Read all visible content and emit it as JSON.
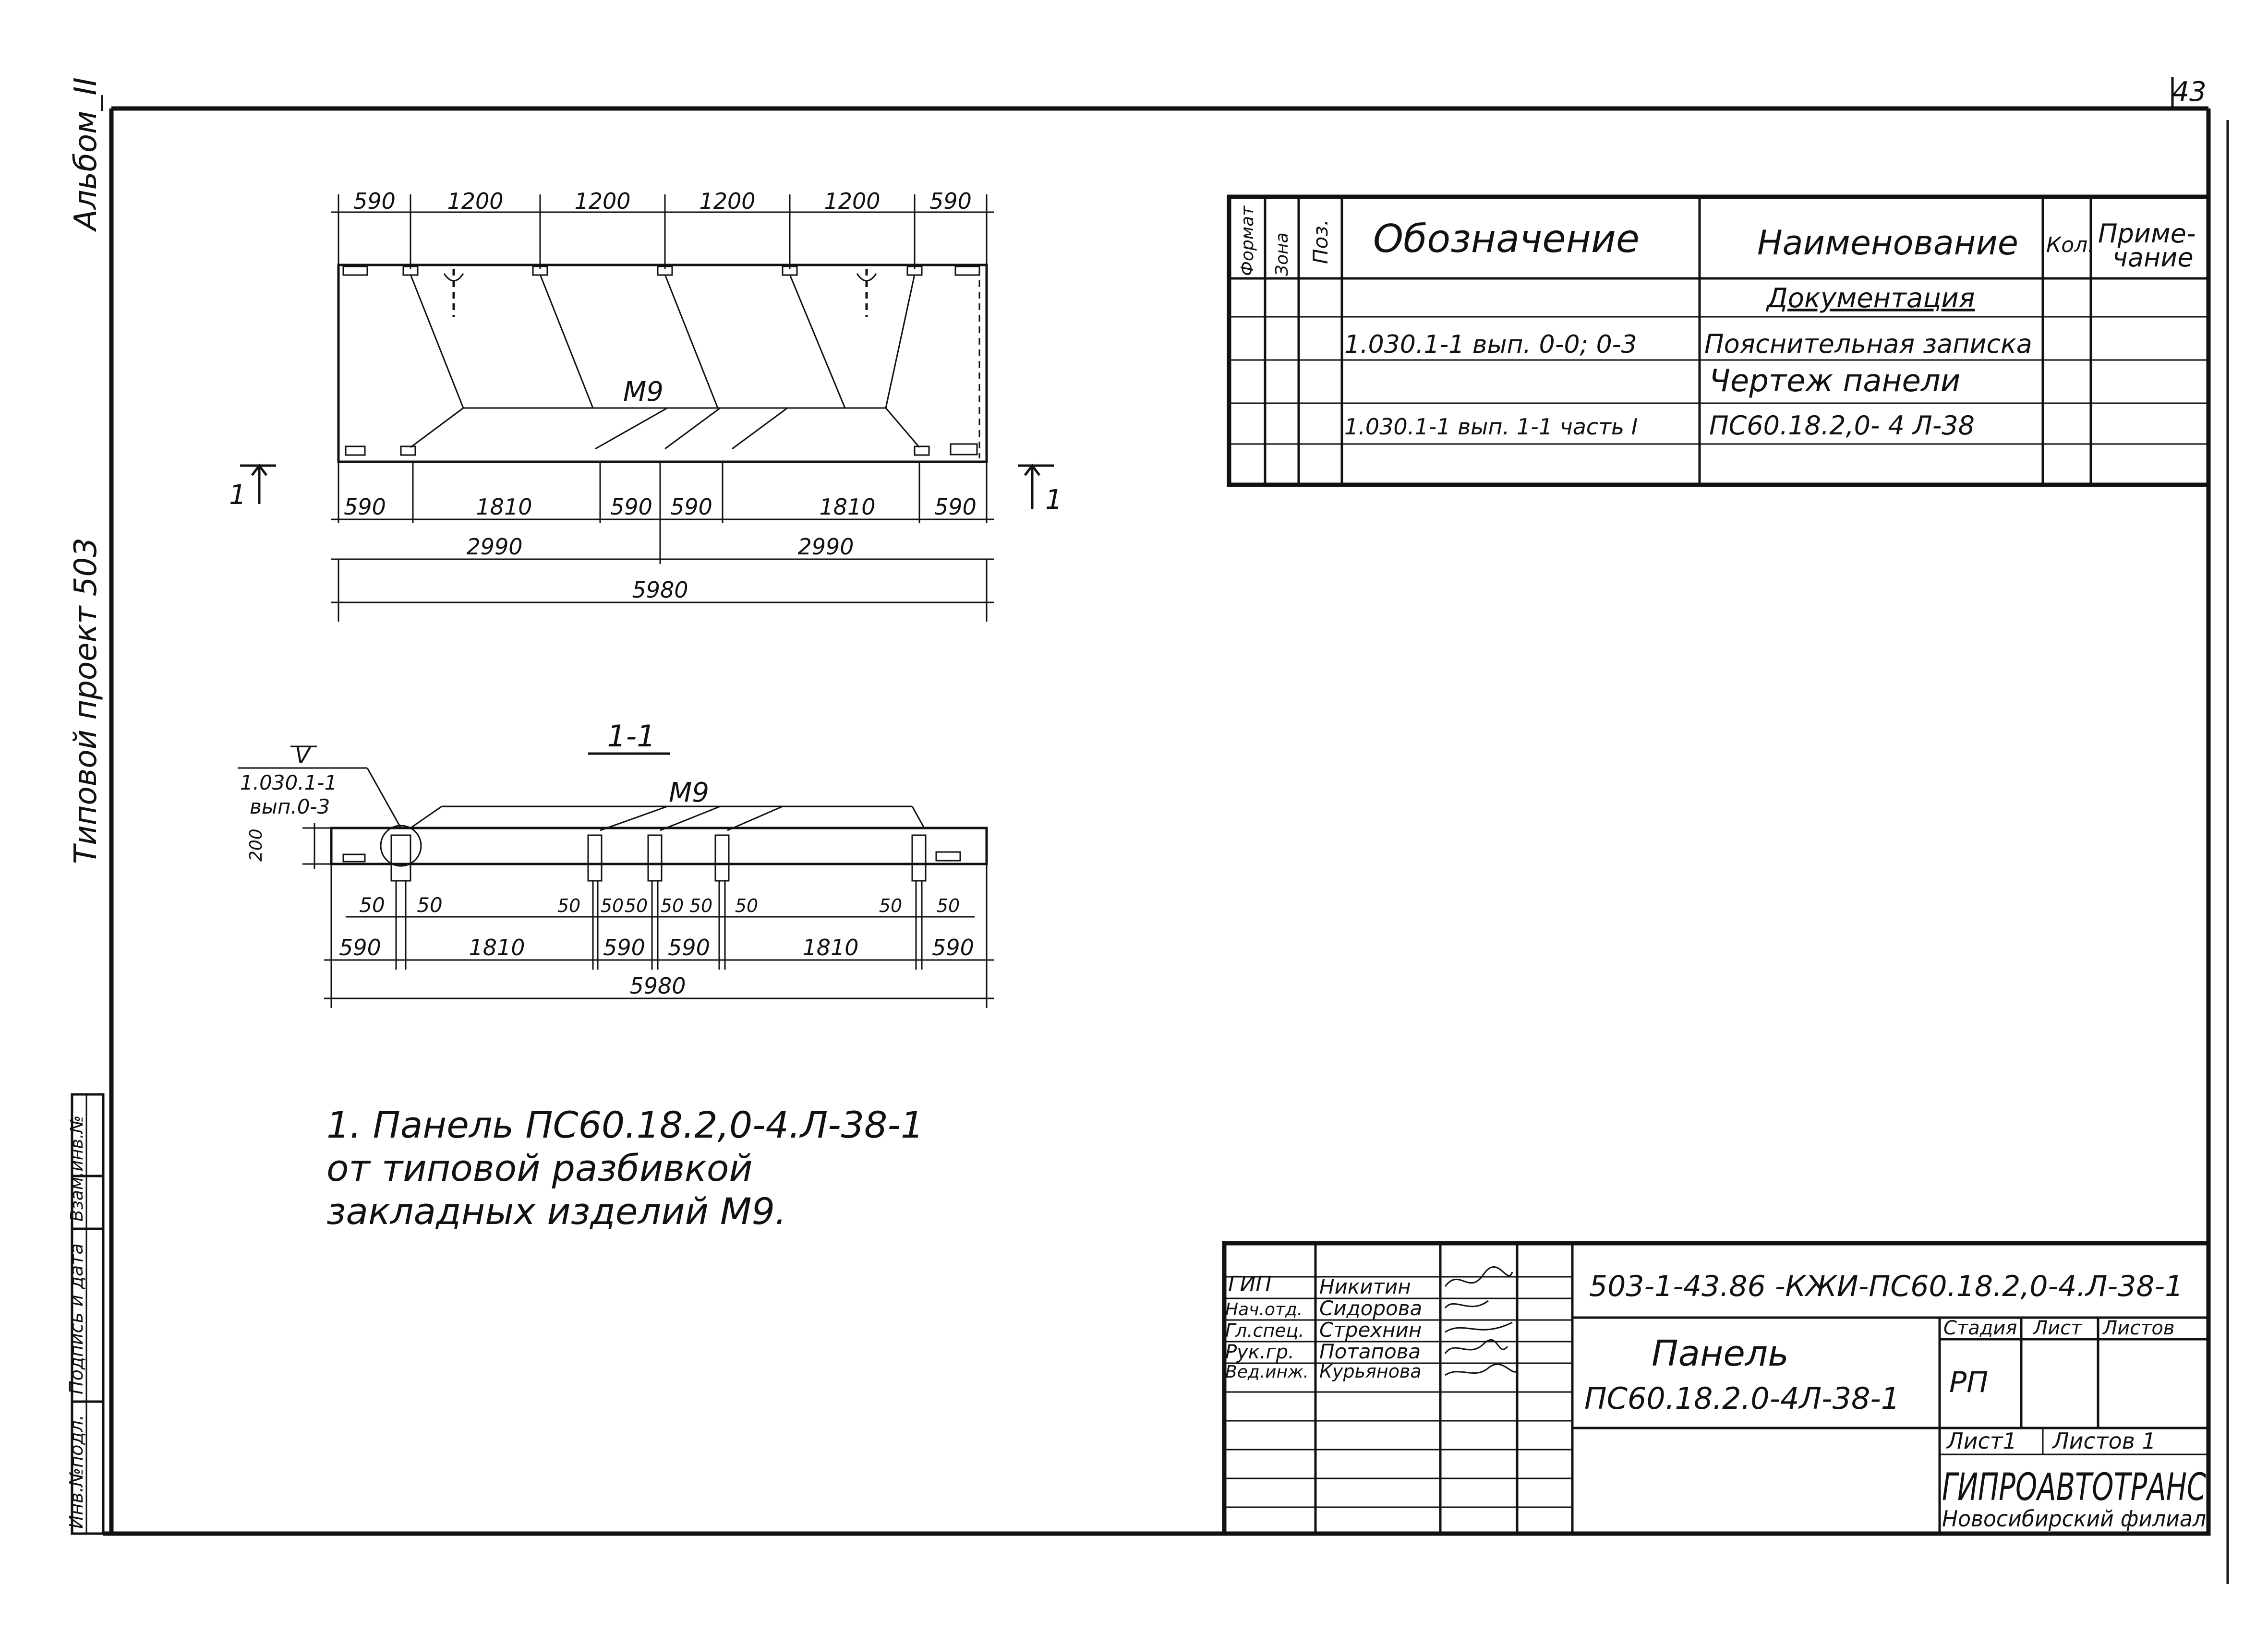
{
  "sheet_number": "43",
  "margin_left": {
    "album": "Альбом_II",
    "project": "Типовой      проект  503"
  },
  "left_stamp": [
    "Инв.№подл.",
    "Подпись и дата",
    "Взам.инв.№"
  ],
  "plan": {
    "top_dims": [
      "590",
      "1200",
      "1200",
      "1200",
      "1200",
      "590"
    ],
    "bottom_dims": [
      "590",
      "1810",
      "590",
      "590",
      "1810",
      "590"
    ],
    "half_dims": [
      "2990",
      "2990"
    ],
    "total_dim": "5980",
    "label": "М9",
    "section_mark_left": "1",
    "section_mark_right": "1"
  },
  "section": {
    "title": "1-1",
    "level_mark": "V",
    "ref_line1": "1.030.1-1",
    "ref_line2": "вып.0-3",
    "label": "М9",
    "height_dim": "200",
    "small_dims": [
      "50",
      "50",
      "50",
      "50",
      "50",
      "50",
      "50",
      "50",
      "50",
      "50"
    ],
    "bottom_dims": [
      "590",
      "1810",
      "590",
      "590",
      "1810",
      "590"
    ],
    "total_dim": "5980"
  },
  "note": {
    "line1": "1. Панель   ПС60.18.2,0-4.Л-38-1",
    "line2": "от   типовой  разбивкой",
    "line3": "закладных    изделий    М9."
  },
  "spec_table": {
    "headers": {
      "format": "Формат",
      "zone": "Зона",
      "pos": "Поз.",
      "designation": "Обозначение",
      "name": "Наименование",
      "qty": "Кол.",
      "note_line1": "Приме-",
      "note_line2": "чание"
    },
    "rows": [
      {
        "designation": "",
        "name": "Документация"
      },
      {
        "designation": "1.030.1-1 вып. 0-0; 0-3",
        "name": "Пояснительная записка"
      },
      {
        "designation": "",
        "name": "Чертеж    панели"
      },
      {
        "designation": "1.030.1-1 вып. 1-1 часть I",
        "name": "ПС60.18.2,0- 4 Л-38"
      },
      {
        "designation": "",
        "name": ""
      }
    ]
  },
  "title_block": {
    "code": "503-1-43.86 -КЖИ-ПС60.18.2,0-4.Л-38-1",
    "title_line1": "Панель",
    "title_line2": "ПС60.18.2.0-4Л-38-1",
    "stage_label": "Стадия",
    "sheet_label": "Лист",
    "sheets_label": "Листов",
    "stage_value": "РП",
    "sheet_count": "Лист1",
    "sheets_count": "Листов 1",
    "org_line1": "ГИПРОАВТОТРАНС",
    "org_line2": "Новосибирский филиал",
    "people": [
      {
        "role": "ГИП",
        "name": "Никитин"
      },
      {
        "role": "Нач.отд.",
        "name": "Сидорова"
      },
      {
        "role": "Гл.спец.",
        "name": "Стрехнин"
      },
      {
        "role": "Рук.гр.",
        "name": "Потапова"
      },
      {
        "role": "Вед.инж.",
        "name": "Курьянова"
      }
    ]
  }
}
